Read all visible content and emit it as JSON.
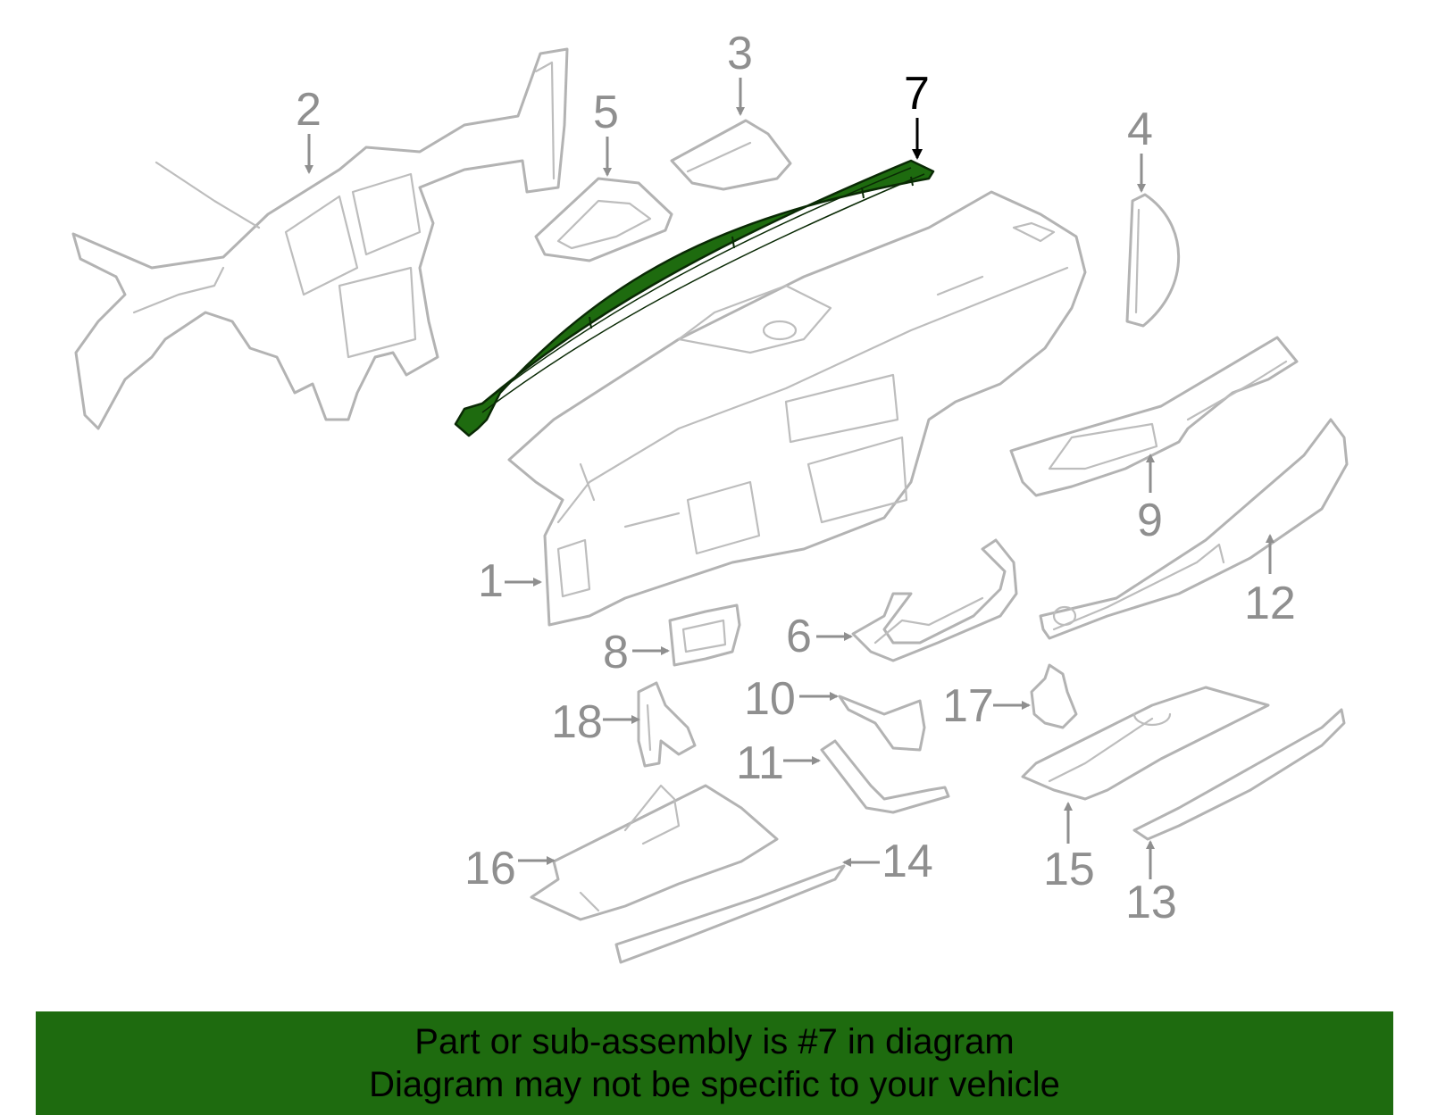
{
  "diagram": {
    "highlight_part": "7",
    "highlight_color": "#1e6b0f",
    "line_color": "#b3b3b3",
    "callouts": [
      "1",
      "2",
      "3",
      "4",
      "5",
      "6",
      "7",
      "8",
      "9",
      "10",
      "11",
      "12",
      "13",
      "14",
      "15",
      "16",
      "17",
      "18"
    ]
  },
  "banner": {
    "line1": "Part or sub-assembly is #7 in diagram",
    "line2": "Diagram may not be specific to your vehicle",
    "background": "#1e6b0f"
  }
}
